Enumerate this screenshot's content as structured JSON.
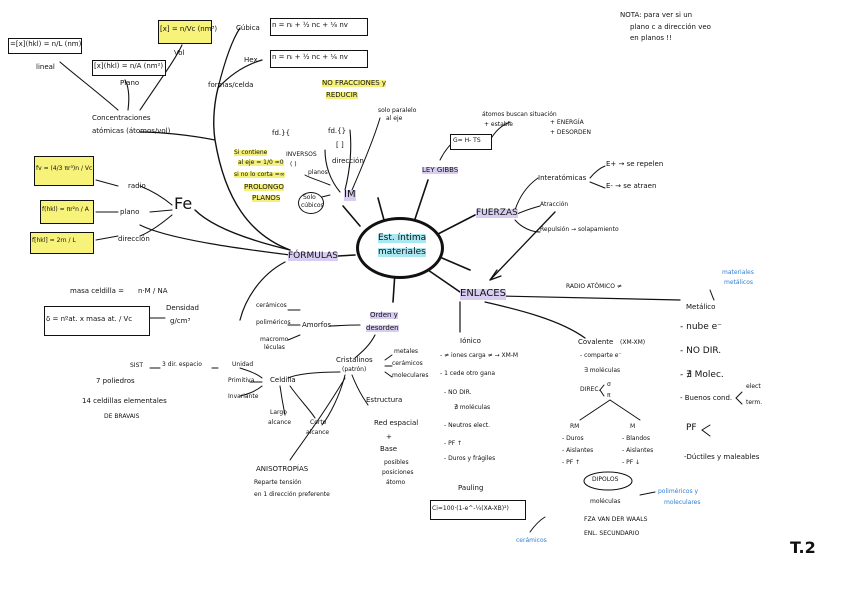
{
  "note": {
    "line1": "NOTA: para ver si un",
    "line2": "plano c a dirección veo",
    "line3": "en planos !!"
  },
  "page_mark": "T.2",
  "center": {
    "line1": "Est. íntima",
    "line2": "materiales"
  },
  "branches": {
    "formulas": "FÓRMULAS",
    "enlaces": "ENLACES",
    "fuerzas": "FUERZAS",
    "ley_gibbs": "LEY GIBBS",
    "im": "IM",
    "orden": {
      "line1": "Orden y",
      "line2": "desorden"
    }
  },
  "gibbs": {
    "formula": "G= H- TS",
    "sub1": "átomos buscan situación",
    "sub2": "+ estable",
    "sub3": "+ ENERGÍA",
    "sub4": "+ DESORDEN"
  },
  "fuerzas": {
    "inter": "Interatómicas",
    "e_plus": "E+ → se repelen",
    "e_minus": "E- → se atraen",
    "atraccion": "Atracción",
    "repulsion": "Repulsión → solapamiento"
  },
  "im": {
    "no_frac": "NO FRACCIONES y",
    "reducir": "REDUCIR",
    "solo_paralelo": "solo paralelo",
    "al_eje": "al eje",
    "fd": "fd.{}",
    "brackets": "[ ]",
    "direccion": "dirección",
    "planos": "planos",
    "inversos": "INVERSOS",
    "parens": "( )",
    "si_contiene": "Si contiene",
    "al_eje_0": "al eje = 1/0 =0",
    "si_no_lo_corta": "si no lo corta =∞",
    "prolongo": "PROLONGO",
    "planos_caps": "PLANOS",
    "solo_cubicos": "Solo",
    "cubicos": "cúbicos",
    "fd_ht": "fd.}{"
  },
  "formulas_top": {
    "lineal_label": "lineal",
    "lineal_formula": "=[x](hkl) = n/L (nm)",
    "plano_label": "Plano",
    "plano_formula": "[x](hkl) = n/A (nm²)",
    "vol_label": "Vol",
    "vol_formula": "[x] = n/Vc (nm³)",
    "concentraciones": "Concentraciones",
    "atomicas": "atómicas (átomos/vol)",
    "formas": "formas/celda",
    "cubica_label": "Cúbica",
    "cubica_formula": "n = nᵢ + ½ nc + ⅛ nv",
    "hex_label": "Hex",
    "hex_formula": "n = nᵢ + ½ nc + ⅙ nv"
  },
  "fe": {
    "label": "Fe",
    "radio": "radio",
    "plano": "plano",
    "direccion": "dirección",
    "fv": "fv = (4/3 πr³)n / Vc",
    "fplano": "f(hkl) = πr²n / A",
    "fdir": "f[hkl] = 2rn / L"
  },
  "densidad": {
    "masa_label": "masa celdilla =",
    "masa_value": "n·M / NA",
    "label": "Densidad",
    "units": "g/cm³",
    "formula": "δ = nºat. x masa at. / Vc"
  },
  "orden": {
    "ceramicos": "cerámicos",
    "polimeros": "poliméricos",
    "macromoleculas": "macromo-",
    "leculas": "léculas",
    "amorfos": "Amorfos",
    "cristalinos": "Cristalinos",
    "patron": "(patrón)",
    "metales": "metales",
    "ceramicos2": "cerámicos",
    "moleculares": "moleculares",
    "sist": "SIST",
    "tres_dir": "3 dir. espacio",
    "unidad": "Unidad",
    "primitiva": "Primitiva",
    "invariante": "Invariante",
    "celdilla": "Celdilla",
    "siete_poliedros": "7 poliedros",
    "catorce": "14 celdillas elementales",
    "de_bravais": "DE BRAVAIS",
    "largo": "Largo",
    "alcance": "alcance",
    "corto": "Corto",
    "alcance2": "alcance",
    "estructura": "Estructura",
    "red_espacial": "Red espacial",
    "plus": "+",
    "base": "Base",
    "posibles": "posibles",
    "posiciones": "posiciones",
    "atomo": "átomo",
    "anisotropias": "ANISOTROPÍAS",
    "reparte": "Reparte tensión",
    "en_una": "en 1 dirección preferente"
  },
  "ionico": {
    "title": "Iónico",
    "l1": "- ≠ iones carga ≠ → XM-M",
    "l2": "- 1 cede otro gana",
    "l3": "- NO DIR.",
    "l4": "∄ moléculas",
    "l5": "- Neutros elect.",
    "l6": "- PF ↑",
    "l7": "- Duros y frágiles",
    "pauling": "Pauling",
    "pauling_formula": "Ci=100·(1-e^-¼(XA-XB)²)",
    "ceramicos": "cerámicos"
  },
  "covalente": {
    "title": "Covalente",
    "sub": "(XM-XM)",
    "l1": "- comparte e⁻",
    "l2": "∃ moléculas",
    "l3": "DIREC.",
    "sig": "σ",
    "pi": "π",
    "rm": "RM",
    "m": "M",
    "duros": "- Duros",
    "aislantes": "- Aislantes",
    "pf_up": "- PF ↑",
    "blandos": "- Blandos",
    "aislantes2": "- Aislantes",
    "pf_down": "- PF ↓",
    "dipolos": "DIPOLOS",
    "moleculas": "moléculas",
    "fza": "FZA VAN DER WAALS",
    "enl": "ENL. SECUNDARIO",
    "polimeros": "poliméricos y",
    "moleculares": "moleculares"
  },
  "metalico": {
    "radio": "RADIO ATÓMICO ≠",
    "title": "Metálico",
    "materiales": "materiales",
    "metalicos": "metálicos",
    "l1": "- nube e⁻",
    "l2": "- NO DIR.",
    "l3": "- ∄ Molec.",
    "l4": "- Buenos cond.",
    "elect": "elect",
    "term": "term.",
    "pf": "PF",
    "l5": "-Dúctiles y maleables"
  },
  "colors": {
    "yellow": "#f4f07a",
    "purple": "#d8cdf0",
    "cyan": "#a9e7f2",
    "blue": "#2f7fd6",
    "red": "#d8231b"
  }
}
